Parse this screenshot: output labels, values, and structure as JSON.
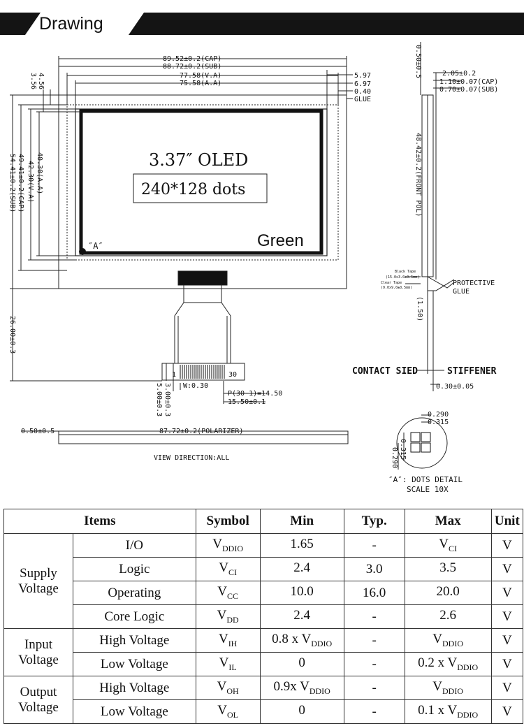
{
  "section_title": "Drawing",
  "drawing": {
    "dims_top": [
      "89.52±0.2(CAP)",
      "88.72±0.2(SUB)",
      "77.58(V.A)",
      "75.58(A.A)"
    ],
    "dims_right": [
      "5.97",
      "6.97",
      "0.40",
      "GLUE"
    ],
    "dims_left_small": [
      "4.56",
      "3.56"
    ],
    "dims_left_vertical": [
      "54.41±0.2(SUB)",
      "49.41±0.2(CAP)",
      "42.30(V.A)",
      "40.30(A.A)"
    ],
    "panel_title": "3.37″ OLED",
    "panel_dots": "240*128 dots",
    "panel_color": "Green",
    "marker_a": "″A″",
    "fpc_length": "26.00±0.3",
    "pin_start": "1",
    "pin_end": "30",
    "pin_width": "W:0.30",
    "pin_pitch": "P(30-1)=14.50",
    "fpc_width": "15.50±0.1",
    "pin_dim_1": "3.00±0.3",
    "pin_dim_2": "5.00±0.3",
    "polarizer_left": "0.50±0.5",
    "polarizer_length": "87.72±0.2(POLARIZER)",
    "view_direction": "VIEW DIRECTION:ALL",
    "side_top": "0.50±0.5",
    "side_dims": [
      "2.05±0.2",
      "1.10±0.07(CAP)",
      "0.70±0.07(SUB)"
    ],
    "front_pol": "48.42±0.2(FRONT POL)",
    "black_tape": "Black Tape",
    "black_tape_size": "(15.0x3.0±0.5mm)",
    "clear_tape": "Clear Tape",
    "clear_tape_size": "(9.0x9.0±0.5mm)",
    "protective": "PROTECTIVE",
    "glue": "GLUE",
    "side_150": "(1.50)",
    "contact_side": "CONTACT SIED",
    "stiffener": "STIFFENER",
    "stiffener_dim": "0.30±0.05",
    "dot_dims": [
      "0.290",
      "0.315",
      "0.315",
      "0.290"
    ],
    "dots_caption_1": "″A″: DOTS DETAIL",
    "dots_caption_2": "SCALE 10X"
  },
  "table": {
    "headers": [
      "Items",
      "Symbol",
      "Min",
      "Typ.",
      "Max",
      "Unit"
    ],
    "groups": [
      "Supply",
      "Voltage",
      "Input",
      "Voltage",
      "Output",
      "Voltage"
    ],
    "rows": [
      {
        "item": "I/O",
        "sym": "V",
        "sym_sub": "DDIO",
        "min": "1.65",
        "min_sub": "",
        "typ": "-",
        "max": "V",
        "max_sub": "CI",
        "unit": "V"
      },
      {
        "item": "Logic",
        "sym": "V",
        "sym_sub": "CI",
        "min": "2.4",
        "min_sub": "",
        "typ": "3.0",
        "max": "3.5",
        "max_sub": "",
        "unit": "V"
      },
      {
        "item": "Operating",
        "sym": "V",
        "sym_sub": "CC",
        "min": "10.0",
        "min_sub": "",
        "typ": "16.0",
        "max": "20.0",
        "max_sub": "",
        "unit": "V"
      },
      {
        "item": "Core Logic",
        "sym": "V",
        "sym_sub": "DD",
        "min": "2.4",
        "min_sub": "",
        "typ": "-",
        "max": "2.6",
        "max_sub": "",
        "unit": "V"
      },
      {
        "item": "High Voltage",
        "sym": "V",
        "sym_sub": "IH",
        "min": "0.8 x V",
        "min_sub": "DDIO",
        "typ": "-",
        "max": "V",
        "max_sub": "DDIO",
        "unit": "V"
      },
      {
        "item": "Low Voltage",
        "sym": "V",
        "sym_sub": "IL",
        "min": "0",
        "min_sub": "",
        "typ": "-",
        "max": "0.2 x V",
        "max_sub": "DDIO",
        "unit": "V"
      },
      {
        "item": "High Voltage",
        "sym": "V",
        "sym_sub": "OH",
        "min": "0.9x V",
        "min_sub": "DDIO",
        "typ": "-",
        "max": "V",
        "max_sub": "DDIO",
        "unit": "V"
      },
      {
        "item": "Low Voltage",
        "sym": "V",
        "sym_sub": "OL",
        "min": "0",
        "min_sub": "",
        "typ": "-",
        "max": "0.1 x V",
        "max_sub": "DDIO",
        "unit": "V"
      }
    ]
  }
}
